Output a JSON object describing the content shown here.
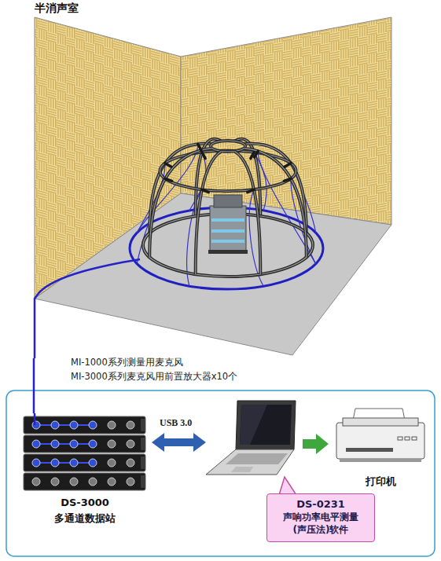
{
  "diagram": {
    "nodes": [
      {
        "text": [
          "半消声室"
        ]
      },
      {
        "text": [
          "DS-3000",
          "多通道数据站"
        ]
      },
      {
        "text": [
          "打印机"
        ]
      },
      {
        "text": [
          "DS-0231",
          "声响功率电平测量 (声压法)软件"
        ]
      }
    ],
    "edges": [
      {
        "from": 0,
        "to": 1,
        "arrow": "none"
      }
    ],
    "labels": [
      "MI-1000系列测量用麦克风",
      "MI-3000系列麦克风用前置放大器x10个",
      "USB 3.0"
    ]
  }
}
